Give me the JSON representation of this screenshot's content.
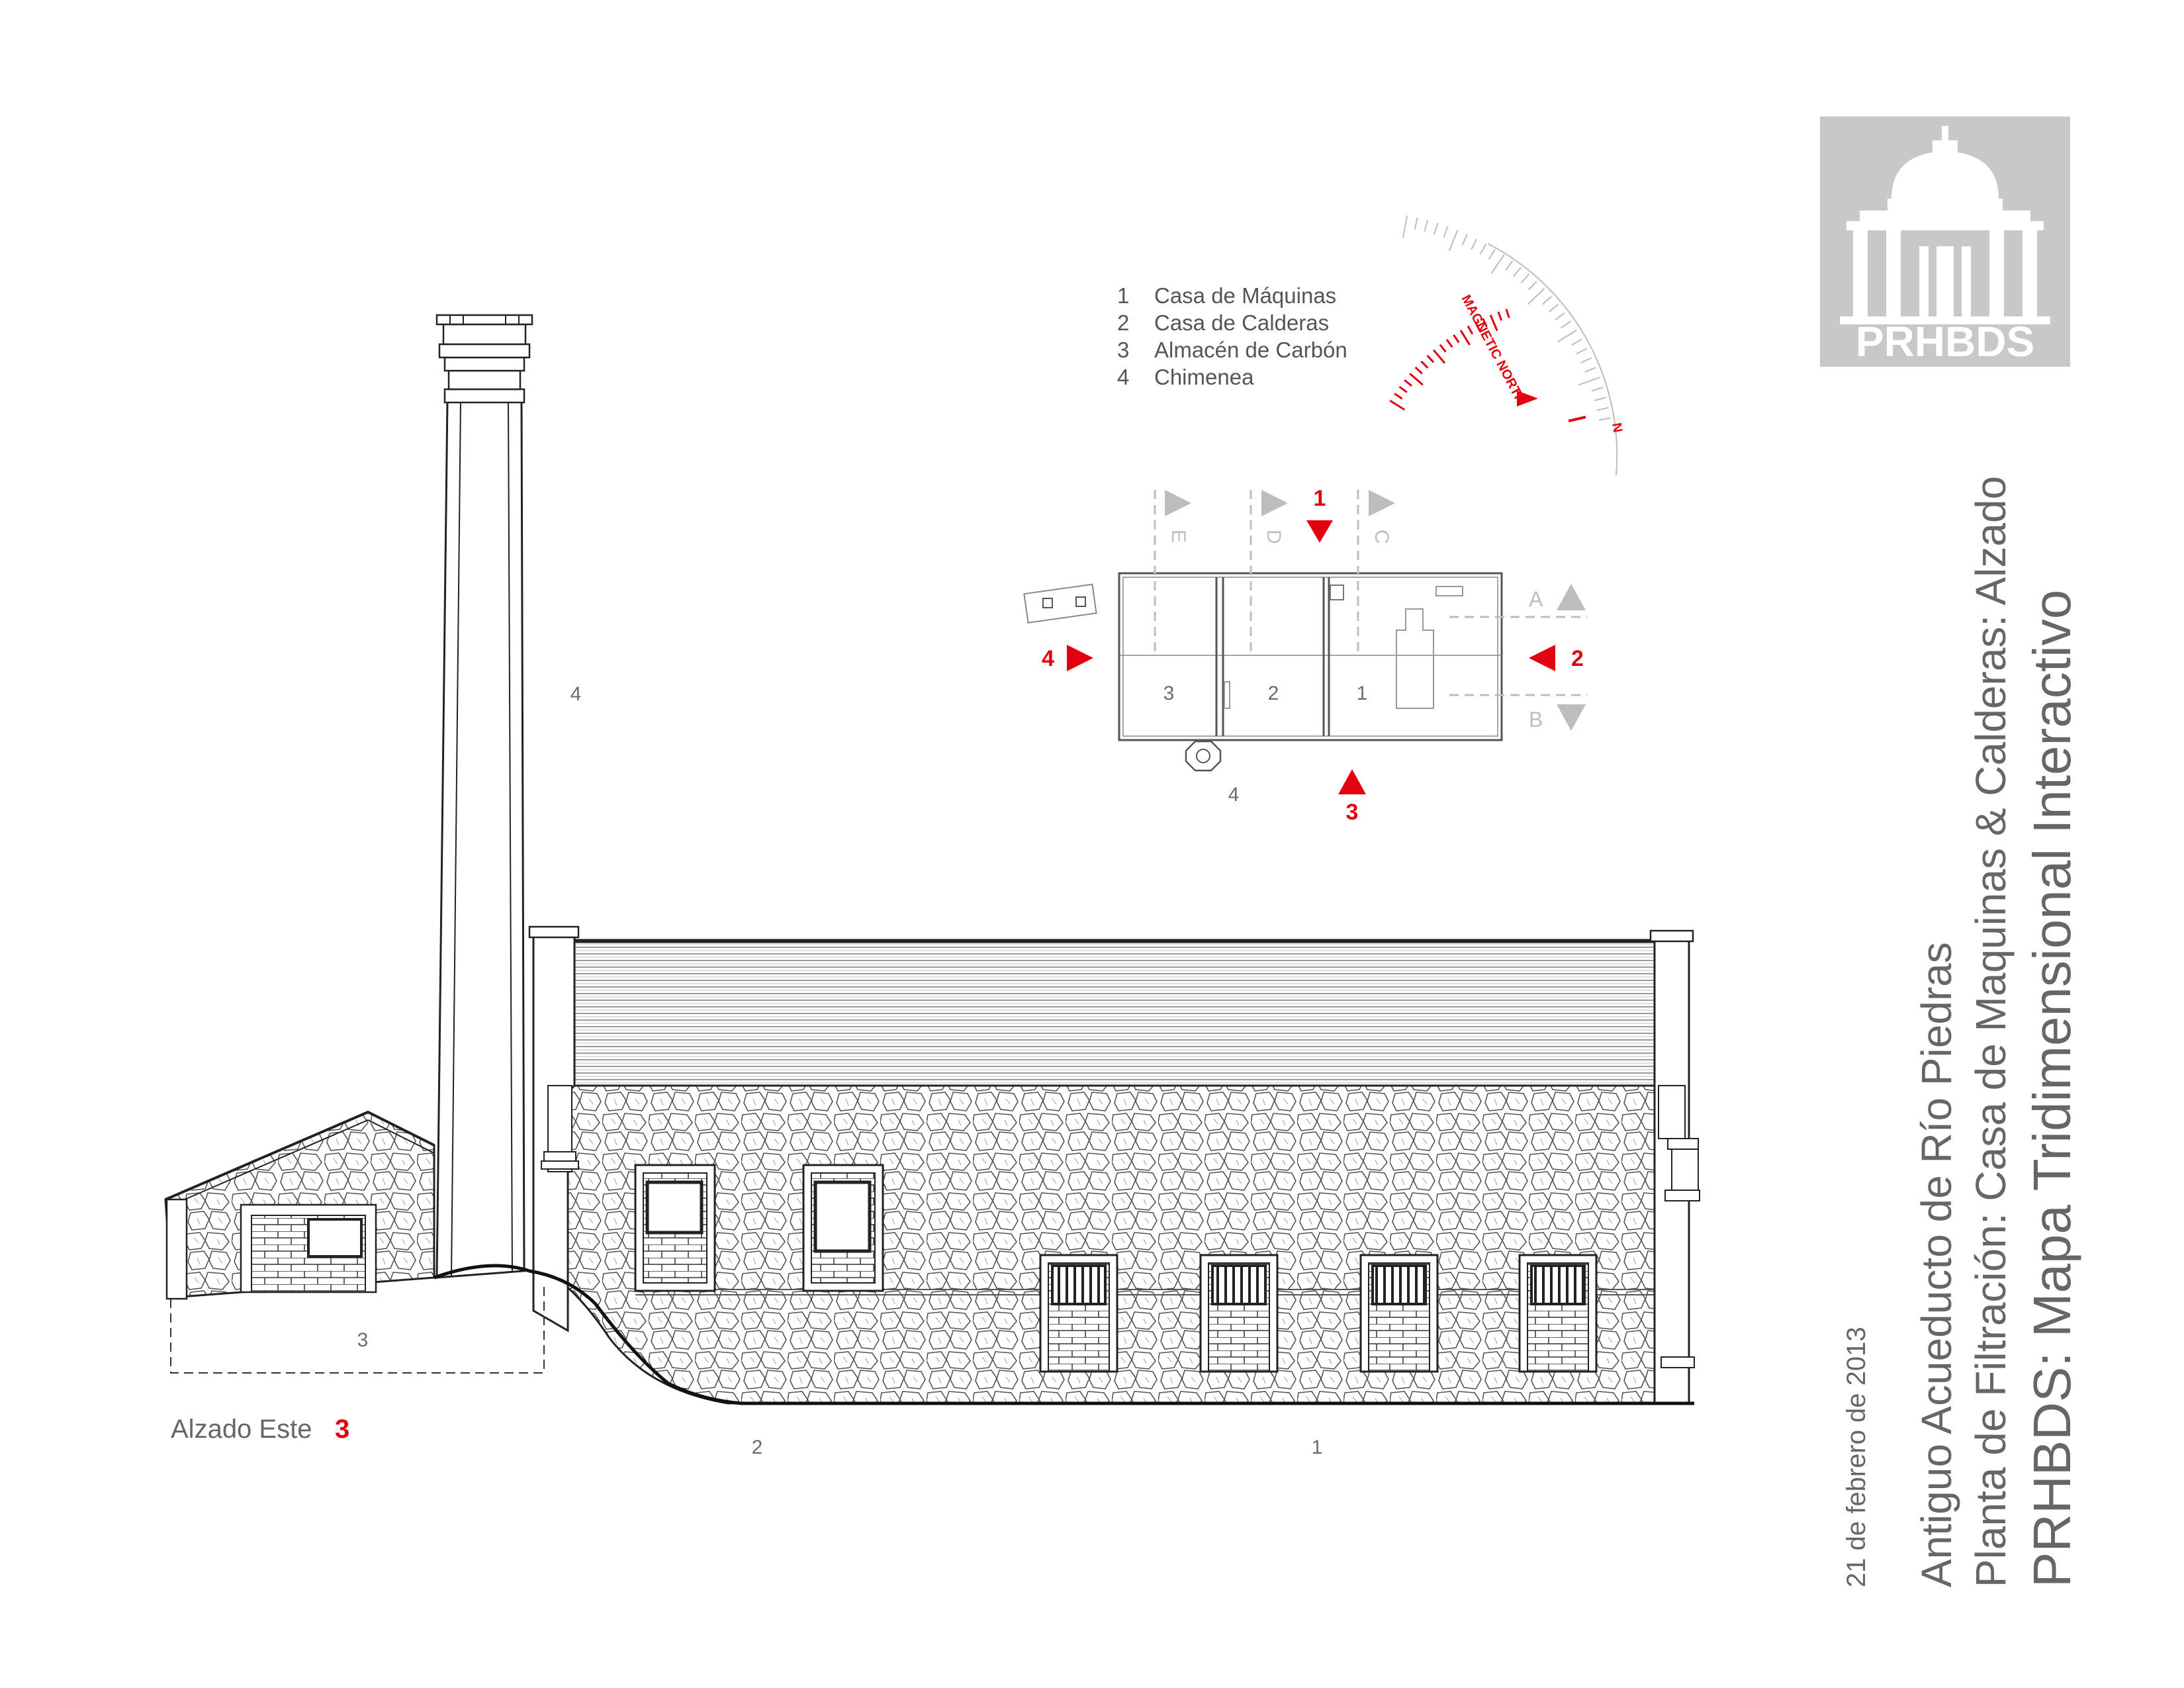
{
  "legend": {
    "items": [
      {
        "num": "1",
        "label": "Casa de Máquinas"
      },
      {
        "num": "2",
        "label": "Casa de Calderas"
      },
      {
        "num": "3",
        "label": "Almacén de Carbón"
      },
      {
        "num": "4",
        "label": "Chimenea"
      }
    ]
  },
  "logo": {
    "text": "PRHBDS"
  },
  "compass": {
    "magnetic_label": "MAGNETIC NORTH",
    "north_label": "N"
  },
  "key_plan": {
    "room_labels": [
      "3",
      "2",
      "1"
    ],
    "chimney_label": "4",
    "view_arrows": [
      "1",
      "2",
      "3",
      "4"
    ],
    "section_marks": [
      "A",
      "B",
      "C",
      "D",
      "E"
    ]
  },
  "elevation": {
    "chimney_label": "4",
    "building_labels": {
      "coal": "3",
      "boiler": "2",
      "engine": "1"
    },
    "view_title": "Alzado Este",
    "view_number": "3"
  },
  "title_block": {
    "date": "21 de febrero de 2013",
    "line1": "Antiguo Acueducto de Río Piedras",
    "line2": "Planta de Filtración: Casa de Maquinas & Calderas: Alzado",
    "line3": "PRHBDS: Mapa Tridimensional Interactivo"
  },
  "colors": {
    "accent": "#e3000f",
    "line": "#222222",
    "gray_text": "#6b6b6b",
    "logo_bg": "#c8c8c8"
  }
}
